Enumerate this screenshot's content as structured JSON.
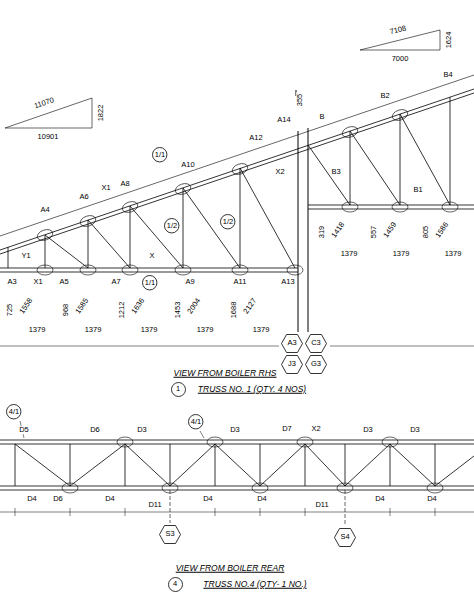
{
  "diagram": {
    "nodes": [
      {
        "text": [
          "1/1"
        ]
      },
      {
        "text": [
          "1/2"
        ]
      },
      {
        "text": [
          "1/2"
        ]
      },
      {
        "text": [
          "1/1"
        ]
      },
      {
        "text": [
          "A3"
        ]
      },
      {
        "text": [
          "C3"
        ]
      },
      {
        "text": [
          "J3"
        ]
      },
      {
        "text": [
          "G3"
        ]
      },
      {
        "text": [
          "1"
        ]
      },
      {
        "text": [
          "4/1"
        ]
      },
      {
        "text": [
          "4/1"
        ]
      },
      {
        "text": [
          "S3"
        ]
      },
      {
        "text": [
          "S4"
        ]
      },
      {
        "text": [
          "4"
        ]
      }
    ],
    "labels": [
      "11070",
      "10901",
      "1822",
      "7108",
      "7000",
      "1624",
      "355",
      "A4",
      "A6",
      "X1",
      "A8",
      "A10",
      "A12",
      "A14",
      "B",
      "B2",
      "B4",
      "X2",
      "B3",
      "B1",
      "A3",
      "Y1",
      "X1",
      "A5",
      "A7",
      "X",
      "A9",
      "A11",
      "A13",
      "725",
      "1558",
      "1379",
      "968",
      "1585",
      "1379",
      "1212",
      "1636",
      "1379",
      "1453",
      "2004",
      "1379",
      "1688",
      "2127",
      "1379",
      "319",
      "1418",
      "1379",
      "557",
      "1459",
      "1379",
      "805",
      "1586",
      "1379",
      "VIEW FROM BOILER RHS",
      "TRUSS NO. 1 (QTY. 4 NOS)",
      "D5",
      "D6",
      "D3",
      "D3",
      "D7",
      "X2",
      "D3",
      "D3",
      "D4",
      "D6",
      "D4",
      "D11",
      "D4",
      "D4",
      "D11",
      "D4",
      "D4",
      "VIEW FROM BOILER REAR",
      "TRUSS NO.4 (QTY- 1 NO.)"
    ]
  }
}
